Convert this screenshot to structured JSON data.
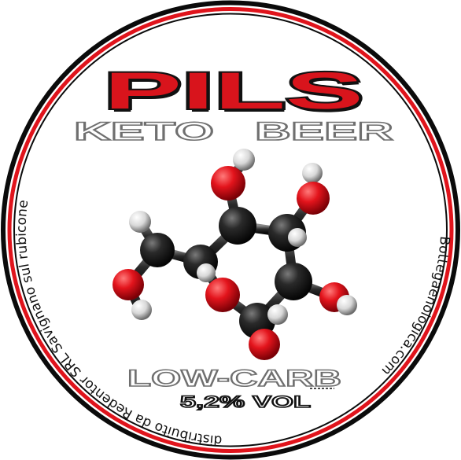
{
  "label": {
    "title": "PILS",
    "subtitle_left": "KETO",
    "subtitle_right": "BEER",
    "tagline": "LOW-CARB",
    "abv": "5,2% VOL",
    "arc_left": "distribuito da Redentor SRL Savignano sul rubicone",
    "arc_right": "Bottegaenologica.com"
  },
  "colors": {
    "ring_black": "#0b0b0b",
    "ring_red": "#e0141c",
    "title_red": "#d8141c",
    "title_black": "#111111",
    "subtitle_gray": "#6f6f6f",
    "atom_red": "#e3141c",
    "atom_black": "#1e1e1e",
    "atom_white": "#e6e6e6"
  },
  "icons": {
    "molecule": "glucose-molecule-icon"
  }
}
